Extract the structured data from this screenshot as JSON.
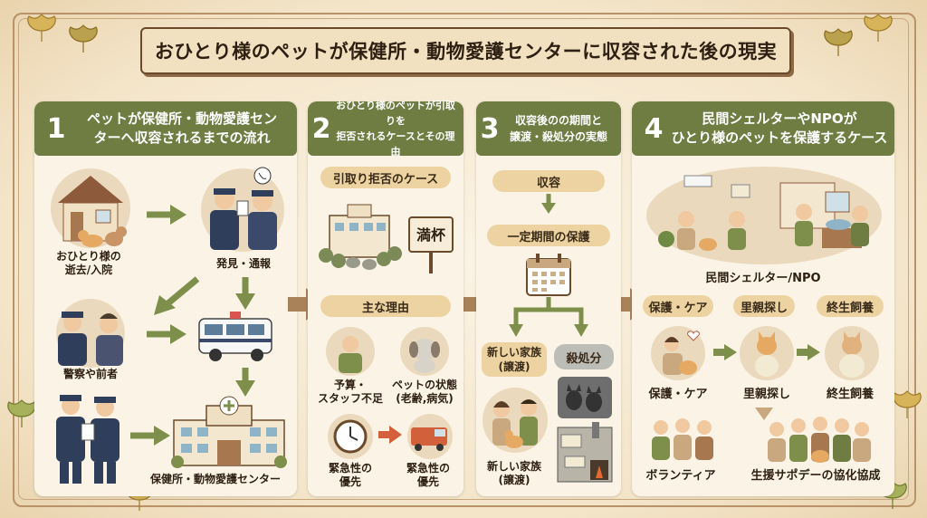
{
  "title": "おひとり様のペットが保健所・動物愛護センターに収容された後の現実",
  "panel1": {
    "number": "1",
    "heading_line1": "ペットが保健所・動物愛護セン",
    "heading_line2": "ターへ収容されるまでの流れ",
    "owner_label_line1": "おひとり様の",
    "owner_label_line2": "逝去/入院",
    "discovery_label": "発見・通報",
    "police_label": "警察や前者",
    "center_label": "保健所・動物愛護センター"
  },
  "panel2": {
    "number": "2",
    "heading_line1": "おひとり様のペットが引取りを",
    "heading_line2": "拒否されるケースとその理由",
    "refusal_pill": "引取り拒否のケース",
    "full_sign": "満杯",
    "reasons_pill": "主な理由",
    "reason1_line1": "予算・",
    "reason1_line2": "スタッフ不足",
    "reason2_line1": "ペットの状態",
    "reason2_line2": "(老齢,病気)",
    "reason3_line1": "緊急性の",
    "reason3_line2": "優先",
    "reason4_line1": "緊急性の",
    "reason4_line2": "優先"
  },
  "panel3": {
    "number": "3",
    "heading_line1": "収容後のの期間と",
    "heading_line2": "譲渡・殺処分の実態",
    "step_intake": "収容",
    "step_protection": "一定期間の保護",
    "adoption_pill_line1": "新しい家族",
    "adoption_pill_line2": "(譲渡)",
    "euthanasia_pill": "殺処分",
    "adoption_label_line1": "新しい家族",
    "adoption_label_line2": "(譲渡)"
  },
  "panel4": {
    "number": "4",
    "heading_line1": "民間シェルターやNPOが",
    "heading_line2": "ひとり様のペットを保護するケース",
    "shelter_label": "民間シェルター/NPO",
    "pill_care": "保護・ケア",
    "pill_foster": "里親探し",
    "pill_lifetime": "終生飼養",
    "label_care": "保護・ケア",
    "label_foster": "里親探し",
    "label_lifetime": "終生飼養",
    "label_volunteer": "ボランティア",
    "label_support": "生援サポデーの協化協成"
  },
  "colors": {
    "panel_header": "#6f7c42",
    "pill": "#ecd3a1",
    "arrow_green": "#7d8f4a",
    "arrow_brown": "#a9825a",
    "red_arrow": "#d2603a"
  }
}
